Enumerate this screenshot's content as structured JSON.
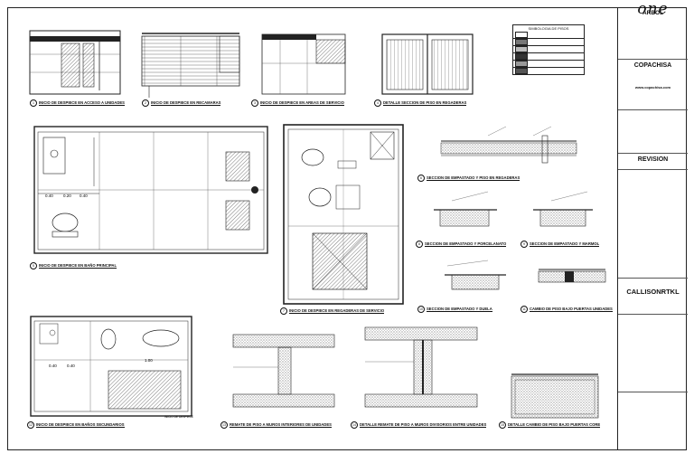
{
  "details": [
    {
      "num": "1",
      "title": "INICIO DE DESPIECE EN ACCESO A UNIDADES"
    },
    {
      "num": "2",
      "title": "INICIO DE DESPIECE EN RECAMARAS"
    },
    {
      "num": "3",
      "title": "INICIO DE DESPIECE EN AREAS DE SERVICIO"
    },
    {
      "num": "4",
      "title": "DETALLE SECCION DE PISO EN REGADERAS"
    },
    {
      "num": "5",
      "title": "INICIO DE DESPIECE EN BAÑO PRINCIPAL"
    },
    {
      "num": "6",
      "title": "SECCION DE EMPASTADO Y PISO EN REGADERAS"
    },
    {
      "num": "7",
      "title": "INICIO DE DESPIECE EN REGADERAS DE SERVICIO"
    },
    {
      "num": "8",
      "title": "SECCION DE EMPASTADO Y PORCELANATO"
    },
    {
      "num": "9",
      "title": "SECCION DE EMPASTADO Y MARMOL"
    },
    {
      "num": "10",
      "title": "SECCION DE EMPASTADO Y DUELA"
    },
    {
      "num": "11",
      "title": "CAMBIO DE PISO BAJO PUERTAS UNIDADES"
    },
    {
      "num": "12",
      "title": "INICIO DE DESPIECE EN BAÑOS SECUNDARIOS"
    },
    {
      "num": "13",
      "title": "REMATE DE PISO A MUROS INTERIORES DE UNIDADES"
    },
    {
      "num": "14",
      "title": "DETALLE REMATE DE PISO A MUROS DIVISORIOS ENTRE UNIDADES"
    },
    {
      "num": "15",
      "title": "DETALLE CAMBIO DE PISO BAJO PUERTAS CORE"
    }
  ],
  "legend": {
    "title": "SIMBOLOGIA DE PISOS"
  },
  "dims": {
    "d1": "0.40",
    "d2": "0.20",
    "d3": "0.40",
    "d4": "0.40",
    "d5": "0.40",
    "d6": "1.00"
  },
  "labels": {
    "inicio": "INICIO DE DESPIECE"
  },
  "titleblock": {
    "brand": "one",
    "project": "ÁRBOL",
    "firm": "COPACHISA",
    "firm_site": "www.copachisa.com",
    "revision": "REVISION",
    "consultant": "CALLISONRTKL"
  }
}
